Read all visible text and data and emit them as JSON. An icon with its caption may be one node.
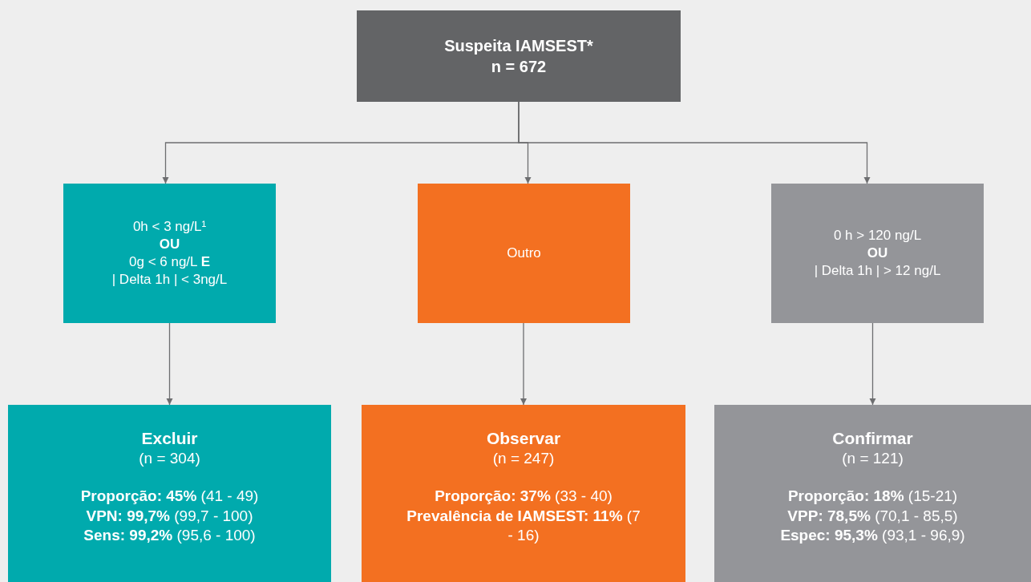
{
  "diagram": {
    "nodes": [
      {
        "text": [
          "Suspeita IAMSEST*",
          "n = 672"
        ]
      },
      {
        "text": [
          "0h < 3 ng/L¹",
          "OU",
          "0g < 6 ng/L **E**",
          "| Delta 1h | < 3ng/L"
        ]
      },
      {
        "text": [
          "Outro"
        ]
      },
      {
        "text": [
          "0 h > 120 ng/L",
          "OU",
          "| Delta 1h |  > 12 ng/L"
        ]
      },
      {
        "text": [
          "Excluir",
          "(n = 304)",
          "**Proporção: 45%** (41 - 49)",
          "**VPN: 99,7%** (99,7 - 100)",
          "**Sens: 99,2%** (95,6 - 100)"
        ]
      },
      {
        "text": [
          "Observar",
          "(n = 247)",
          "**Proporção: 37%** (33 - 40)",
          "**Prevalência de IAMSEST: 11%** (7 - 16)"
        ]
      },
      {
        "text": [
          "Confirmar",
          "(n = 121)",
          "**Proporção: 18%** (15-21)",
          "**VPP: 78,5%**  (70,1 - 85,5)",
          "**Espec: 95,3%** (93,1 - 96,9)"
        ]
      }
    ],
    "edges": [
      {
        "from": 0,
        "to": 1,
        "arrow": "to"
      },
      {
        "from": 0,
        "to": 2,
        "arrow": "to"
      },
      {
        "from": 0,
        "to": 3,
        "arrow": "to"
      },
      {
        "from": 1,
        "to": 4,
        "arrow": "to"
      },
      {
        "from": 2,
        "to": 5,
        "arrow": "to"
      },
      {
        "from": 3,
        "to": 6,
        "arrow": "to"
      }
    ]
  }
}
